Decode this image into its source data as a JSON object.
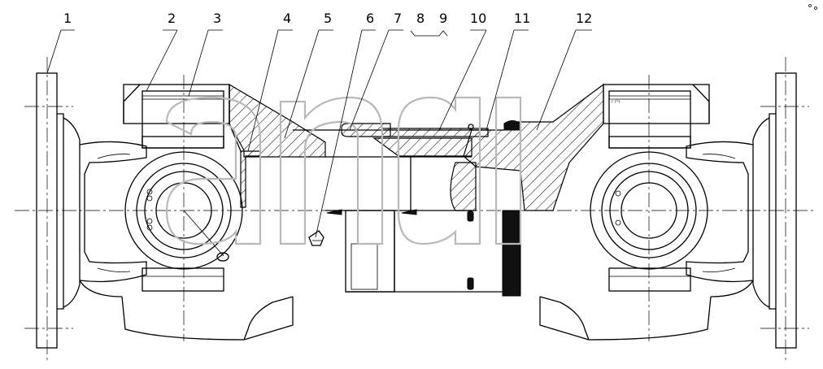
{
  "callouts": [
    {
      "id": "1",
      "label": "1"
    },
    {
      "id": "2",
      "label": "2"
    },
    {
      "id": "3",
      "label": "3"
    },
    {
      "id": "4",
      "label": "4"
    },
    {
      "id": "5",
      "label": "5"
    },
    {
      "id": "6",
      "label": "6"
    },
    {
      "id": "7",
      "label": "7"
    },
    {
      "id": "8",
      "label": "8"
    },
    {
      "id": "9",
      "label": "9"
    },
    {
      "id": "10",
      "label": "10"
    },
    {
      "id": "11",
      "label": "11"
    },
    {
      "id": "12",
      "label": "12"
    }
  ],
  "watermark": {
    "letters": "andi",
    "mark": "™"
  },
  "colors": {
    "line": "#000000",
    "watermark": "#b9b9b9",
    "background": "#ffffff"
  }
}
